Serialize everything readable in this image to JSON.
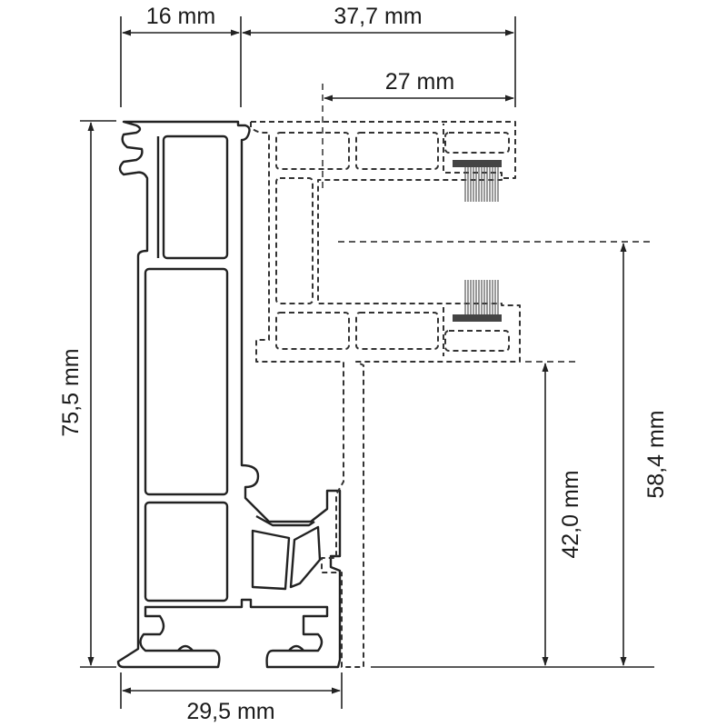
{
  "dimensions": {
    "top_left": "16 mm",
    "top_right": "37,7 mm",
    "inner_top": "27 mm",
    "bottom": "29,5 mm",
    "left_height": "75,5 mm",
    "right_mid": "42,0 mm",
    "right_outer": "58,4 mm"
  },
  "colors": {
    "line": "#222222",
    "brush": "#555555",
    "background": "#ffffff"
  }
}
